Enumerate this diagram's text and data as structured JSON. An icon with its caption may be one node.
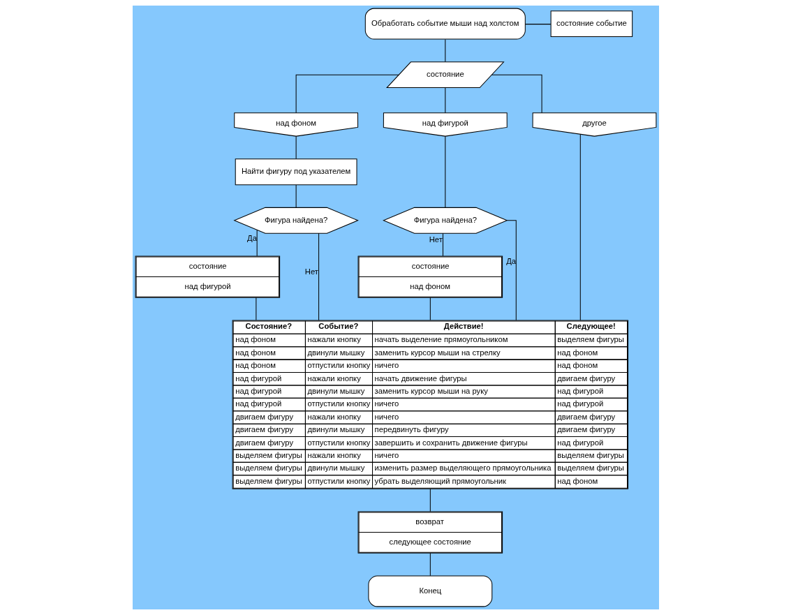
{
  "diagram": {
    "nodes": [
      {
        "text": [
          "Обработать событие мыши над холстом"
        ]
      },
      {
        "text": [
          "состояние событие"
        ]
      },
      {
        "text": [
          "состояние"
        ]
      },
      {
        "text": [
          "над фоном"
        ]
      },
      {
        "text": [
          "над фигурой"
        ]
      },
      {
        "text": [
          "другое"
        ]
      },
      {
        "text": [
          "Найти фигуру под указателем"
        ]
      },
      {
        "text": [
          "Фигура найдена?"
        ]
      },
      {
        "text": [
          "состояние",
          "над фигурой"
        ]
      },
      {
        "text": [
          "Фигура найдена?"
        ]
      },
      {
        "text": [
          "состояние",
          "над фоном"
        ]
      },
      {
        "text": [
          "Состояние?",
          "Событие?",
          "Действие!",
          "Следующее!",
          "над фоном",
          "нажали кнопку",
          "начать выделение прямоугольником",
          "выделяем фигуры",
          "над фоном",
          "двинули мышку",
          "заменить курсор мыши на стрелку",
          "над фоном",
          "над фоном",
          "отпустили кнопку",
          "ничего",
          "над фоном",
          "над фигурой",
          "нажали кнопку",
          "начать движение фигуры",
          "двигаем фигуру",
          "над фигурой",
          "двинули мышку",
          "заменить курсор мыши на руку",
          "над фигурой",
          "над фигурой",
          "отпустили кнопку",
          "ничего",
          "над фигурой",
          "двигаем фигуру",
          "нажали кнопку",
          "ничего",
          "двигаем фигуру",
          "двигаем фигуру",
          "двинули мышку",
          "передвинуть фигуру",
          "двигаем фигуру",
          "двигаем фигуру",
          "отпустили кнопку",
          "завершить и сохранить движение фигуры",
          "над фигурой",
          "выделяем фигуры",
          "нажали кнопку",
          "ничего",
          "выделяем фигуры",
          "выделяем фигуры",
          "двинули мышку",
          "изменить размер выделяющего прямоугольника",
          "выделяем фигуры",
          "выделяем фигуры",
          "отпустили кнопку",
          "убрать выделяющий прямоугольник",
          "над фоном"
        ]
      },
      {
        "text": [
          "возврат",
          "следующее состояние"
        ]
      },
      {
        "text": [
          "Конец"
        ]
      }
    ],
    "edges": [
      {
        "from": 0,
        "to": 1,
        "arrow": "none"
      },
      {
        "from": 0,
        "to": 2,
        "arrow": "none"
      },
      {
        "from": 2,
        "to": 3,
        "arrow": "none"
      },
      {
        "from": 2,
        "to": 4,
        "arrow": "none"
      },
      {
        "from": 2,
        "to": 5,
        "arrow": "none"
      },
      {
        "from": 3,
        "to": 6,
        "arrow": "none"
      },
      {
        "from": 6,
        "to": 7,
        "arrow": "none"
      },
      {
        "from": 7,
        "to": 8,
        "arrow": "none",
        "label": "Да"
      },
      {
        "from": 7,
        "to": 11,
        "arrow": "none",
        "label": "Нет"
      },
      {
        "from": 8,
        "to": 11,
        "arrow": "none"
      },
      {
        "from": 4,
        "to": 9,
        "arrow": "none"
      },
      {
        "from": 9,
        "to": 11,
        "arrow": "none",
        "label": "Да"
      },
      {
        "from": 9,
        "to": 10,
        "arrow": "none",
        "label": "Нет"
      },
      {
        "from": 10,
        "to": 11,
        "arrow": "none"
      },
      {
        "from": 5,
        "to": 11,
        "arrow": "none"
      },
      {
        "from": 11,
        "to": 12,
        "arrow": "none"
      },
      {
        "from": 12,
        "to": 13,
        "arrow": "none"
      }
    ]
  }
}
